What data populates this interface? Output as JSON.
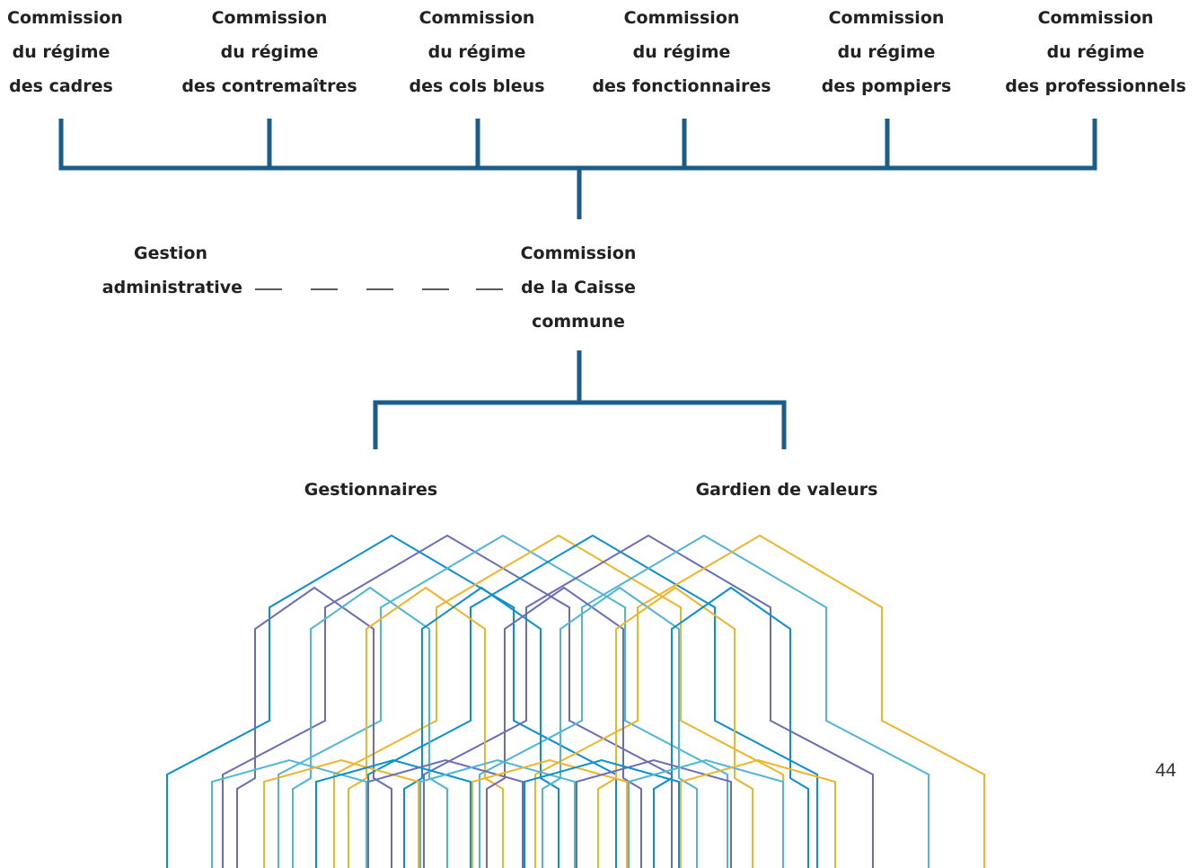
{
  "commissions": [
    {
      "line1": "Commission",
      "line2": "du régime",
      "line3": "des cadres"
    },
    {
      "line1": "Commission",
      "line2": "du régime",
      "line3": "des contremaîtres"
    },
    {
      "line1": "Commission",
      "line2": "du régime",
      "line3": "des cols bleus"
    },
    {
      "line1": "Commission",
      "line2": "du régime",
      "line3": "des fonctionnaires"
    },
    {
      "line1": "Commission",
      "line2": "du régime",
      "line3": "des pompiers"
    },
    {
      "line1": "Commission",
      "line2": "du régime",
      "line3": "des professionnels"
    }
  ],
  "gestion": {
    "line1": "Gestion",
    "line2": "administrative"
  },
  "caisse": {
    "line1": "Commission",
    "line2": "de la Caisse",
    "line3": "commune"
  },
  "children": {
    "left": "Gestionnaires",
    "right": "Gardien de valeurs"
  },
  "page_number": "44",
  "colors": {
    "connector": "#1a5c8a",
    "text": "#222222",
    "pattern": [
      "#0a8fd0",
      "#6a6fb5",
      "#4fb6d8",
      "#f0b429"
    ]
  }
}
